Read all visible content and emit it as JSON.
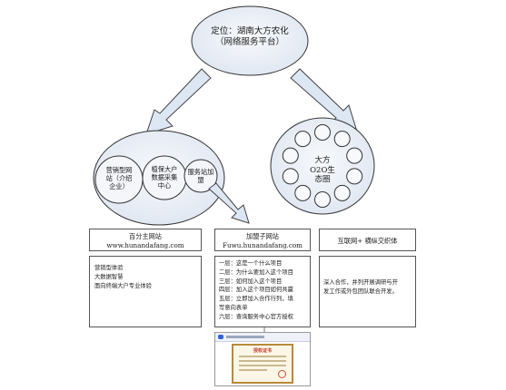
{
  "colors": {
    "ellipse_fill": "#eaeff7",
    "outline": "#333333",
    "arrow_fill": "#dde6f3",
    "box_border": "#555555",
    "certificate_border": "#b98a3a",
    "certificate_title": "#c0392b"
  },
  "top_node": {
    "line1": "定位：湖南大方农化",
    "line2": "（网络服务平台）"
  },
  "left_group": {
    "circles": [
      {
        "line1": "营销型网",
        "line2": "站（介绍",
        "line3": "企业）"
      },
      {
        "line1": "植保大户",
        "line2": "数据采集",
        "line3": "中心"
      },
      {
        "line1": "服务站加",
        "line2": "盟"
      }
    ]
  },
  "right_group": {
    "center_line1": "大方",
    "center_line2": "O2O生",
    "center_line3": "态圈"
  },
  "columns": [
    {
      "title": "百分主网站",
      "url": "www.hunandafang.com",
      "lines": [
        "营销型体验",
        "大数据智慧",
        "面向终端大户专业体验"
      ]
    },
    {
      "title": "加盟子网站",
      "url": "Fuwu.hunandafang.com",
      "lines": [
        "一层：这是一个什么项目",
        "二层：为什么要加入这个项目",
        "三层：如何加入这个项目",
        "四层：加入这个项目如何共赢",
        "五层：立即加入合作行列，填",
        "写意向表单",
        "六层：查询服务中心官方授权"
      ]
    },
    {
      "title": "互联网+ 横纵交织体",
      "url": "",
      "lines": [
        "深入合作，并列开展调研与开",
        "发工作或外包团队联合开发。"
      ]
    }
  ],
  "certificate": {
    "title": "授权证书"
  }
}
